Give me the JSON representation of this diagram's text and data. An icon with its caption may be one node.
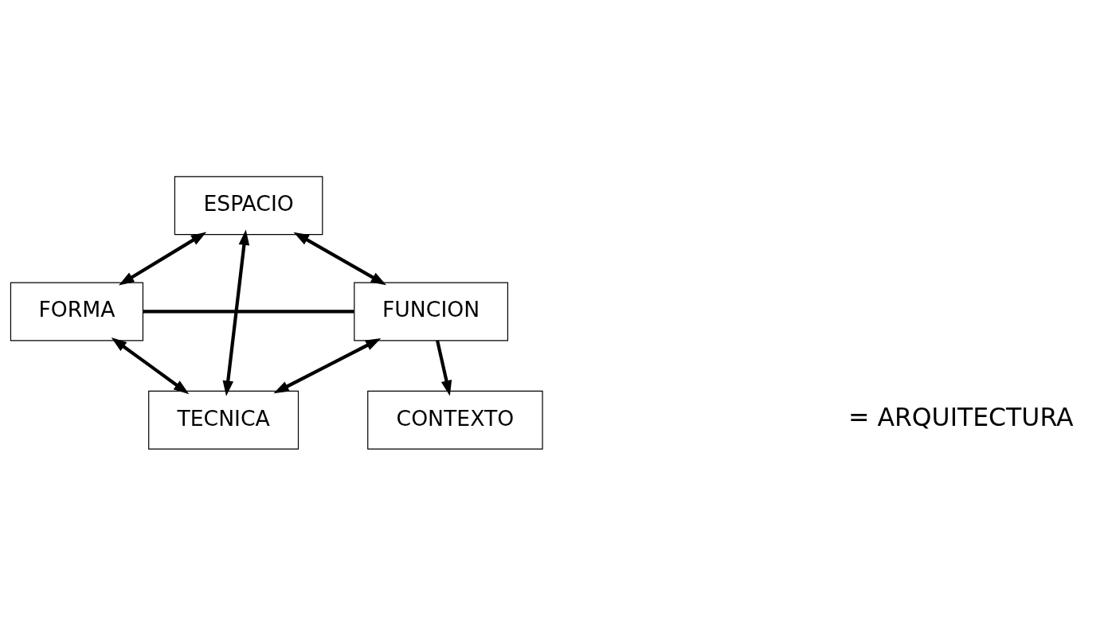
{
  "diagram": {
    "nodes": [
      {
        "text": [
          "ESPACIO"
        ]
      },
      {
        "text": [
          "FUNCION"
        ]
      },
      {
        "text": [
          "FORMA"
        ]
      },
      {
        "text": [
          "TECNICA"
        ]
      },
      {
        "text": [
          "CONTEXTO"
        ]
      }
    ],
    "edges": [
      {
        "from": 1,
        "to": 0,
        "arrow": "both"
      },
      {
        "from": 0,
        "to": 2,
        "arrow": "both"
      },
      {
        "from": 0,
        "to": 3,
        "arrow": "both"
      },
      {
        "from": 1,
        "to": 2,
        "arrow": "none"
      },
      {
        "from": 1,
        "to": 3,
        "arrow": "both"
      },
      {
        "from": 2,
        "to": 3,
        "arrow": "both"
      },
      {
        "from": 1,
        "to": 4,
        "arrow": "to"
      }
    ],
    "labels": [
      "= ARQUITECTURA"
    ]
  }
}
